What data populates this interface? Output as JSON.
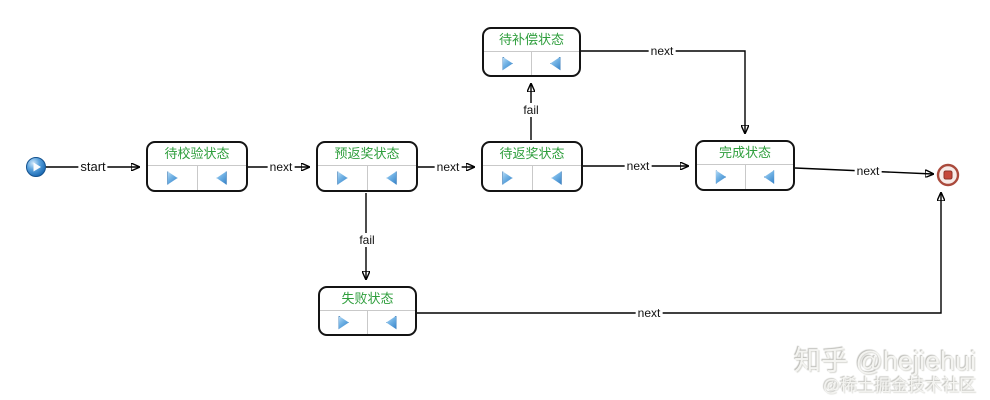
{
  "diagram": {
    "states": [
      {
        "name": "待校验状态"
      },
      {
        "name": "预返奖状态"
      },
      {
        "name": "待返奖状态"
      },
      {
        "name": "待补偿状态"
      },
      {
        "name": "完成状态"
      },
      {
        "name": "失败状态"
      }
    ],
    "edges": [
      {
        "from": "start",
        "to": "待校验状态",
        "label": "start"
      },
      {
        "from": "待校验状态",
        "to": "预返奖状态",
        "label": "next"
      },
      {
        "from": "预返奖状态",
        "to": "待返奖状态",
        "label": "next"
      },
      {
        "from": "待返奖状态",
        "to": "完成状态",
        "label": "next"
      },
      {
        "from": "待返奖状态",
        "to": "待补偿状态",
        "label": "fail"
      },
      {
        "from": "待补偿状态",
        "to": "完成状态",
        "label": "next"
      },
      {
        "from": "完成状态",
        "to": "end",
        "label": "next"
      },
      {
        "from": "预返奖状态",
        "to": "失败状态",
        "label": "fail"
      },
      {
        "from": "失败状态",
        "to": "end",
        "label": "next"
      }
    ]
  },
  "watermark": {
    "line1": "知乎 @hejiehui",
    "line2": "@稀土掘金技术社区"
  },
  "colors": {
    "state_title_text": "#2e9e3c",
    "state_border": "#141414",
    "edge_line": "#000000",
    "action_triangle": "#2f7cc4",
    "start_node": "#1565b0",
    "end_node_ring": "#aa4a3c",
    "end_node_square": "#c5473a"
  }
}
